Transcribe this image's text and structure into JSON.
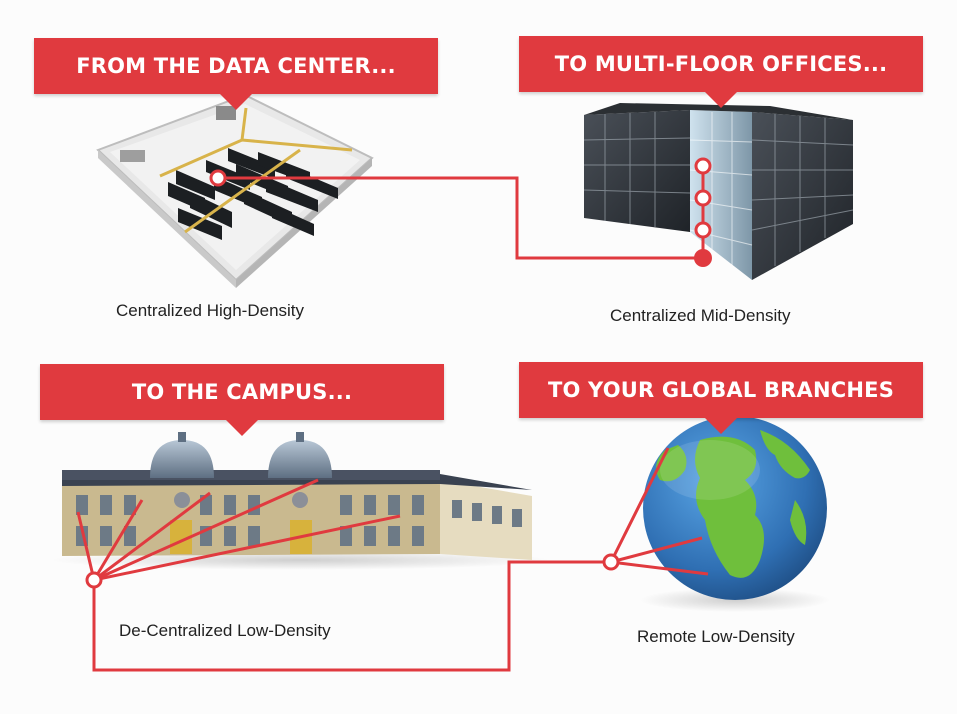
{
  "sections": {
    "data_center": {
      "title": "FROM THE DATA CENTER...",
      "caption": "Centralized High-Density"
    },
    "offices": {
      "title": "TO MULTI-FLOOR OFFICES...",
      "caption": "Centralized Mid-Density"
    },
    "campus": {
      "title": "TO THE CAMPUS...",
      "caption": "De-Centralized Low-Density"
    },
    "branches": {
      "title": "TO YOUR GLOBAL BRANCHES",
      "caption": "Remote Low-Density"
    }
  },
  "colors": {
    "accent": "#e03a3f",
    "connector": "#e03a3f"
  },
  "icons": [
    "data-center-floorplan-illustration",
    "office-building-illustration",
    "campus-building-illustration",
    "globe-illustration"
  ]
}
